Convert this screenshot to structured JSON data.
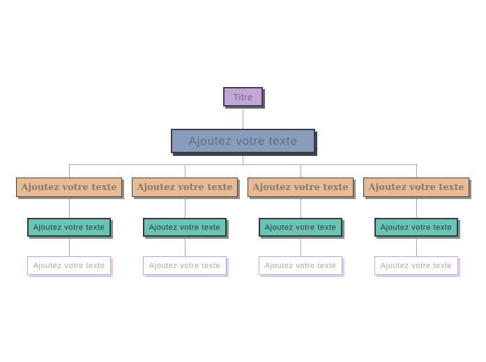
{
  "diagram": {
    "title_box": {
      "label": "Titre"
    },
    "root_box": {
      "label": "Ajoutez votre texte"
    },
    "columns": [
      {
        "level1": "Ajoutez votre texte",
        "level2": "Ajoutez votre texte",
        "level3": "Ajoutez votre texte"
      },
      {
        "level1": "Ajoutez votre texte",
        "level2": "Ajoutez votre texte",
        "level3": "Ajoutez votre texte"
      },
      {
        "level1": "Ajoutez votre texte",
        "level2": "Ajoutez votre texte",
        "level3": "Ajoutez votre texte"
      },
      {
        "level1": "Ajoutez votre texte",
        "level2": "Ajoutez votre texte",
        "level3": "Ajoutez votre texte"
      }
    ],
    "colors": {
      "title_fill": "#c2a6d8",
      "root_fill": "#8a9cb9",
      "level1_fill": "#e6bb95",
      "level2_fill": "#68c5b3",
      "level3_fill": "#ffffff",
      "level3_border": "#c3a4dd",
      "connector": "#b69bd8",
      "background": "#ffffff"
    }
  }
}
